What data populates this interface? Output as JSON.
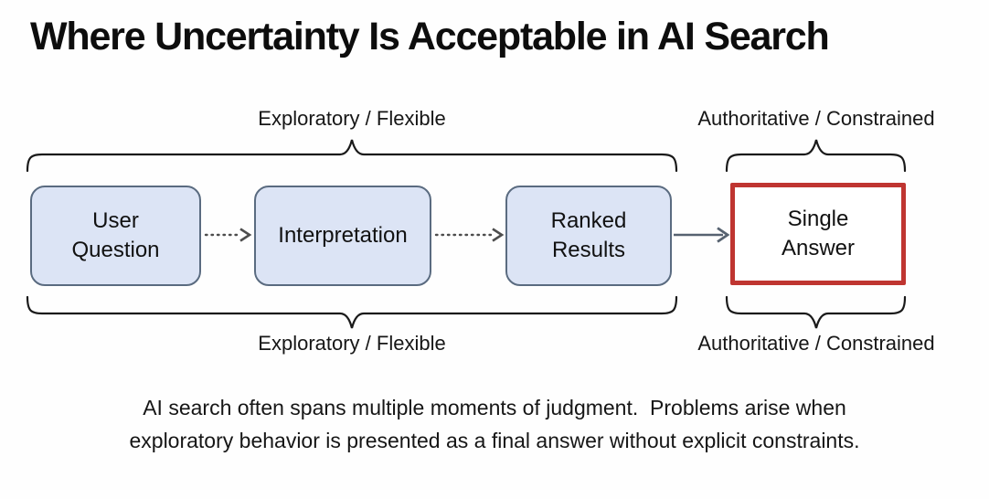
{
  "title": "Where Uncertainty Is Acceptable in AI Search",
  "zones": {
    "top_left_label": "Exploratory / Flexible",
    "top_right_label": "Authoritative / Constrained",
    "bottom_left_label": "Exploratory / Flexible",
    "bottom_right_label": "Authoritative / Constrained"
  },
  "flow": {
    "nodes": [
      {
        "label": "User\nQuestion",
        "zone": "exploratory"
      },
      {
        "label": "Interpretation",
        "zone": "exploratory"
      },
      {
        "label": "Ranked\nResults",
        "zone": "exploratory"
      },
      {
        "label": "Single\nAnswer",
        "zone": "authoritative"
      }
    ],
    "connectors": [
      {
        "from": "User Question",
        "to": "Interpretation",
        "style": "dotted"
      },
      {
        "from": "Interpretation",
        "to": "Ranked Results",
        "style": "dotted"
      },
      {
        "from": "Ranked Results",
        "to": "Single Answer",
        "style": "solid"
      }
    ]
  },
  "caption": {
    "line1": "AI search often spans multiple moments of judgment.  Problems arise when",
    "line2": "exploratory behavior is presented as a final answer without explicit constraints."
  },
  "colors": {
    "node_fill": "#dce4f5",
    "node_border": "#5a6b80",
    "highlight_border": "#bf3531",
    "text": "#111111",
    "dotted_arrow": "#4d4d4d",
    "solid_arrow": "#566270",
    "brace": "#1a1a1a",
    "background": "#fefefe"
  }
}
